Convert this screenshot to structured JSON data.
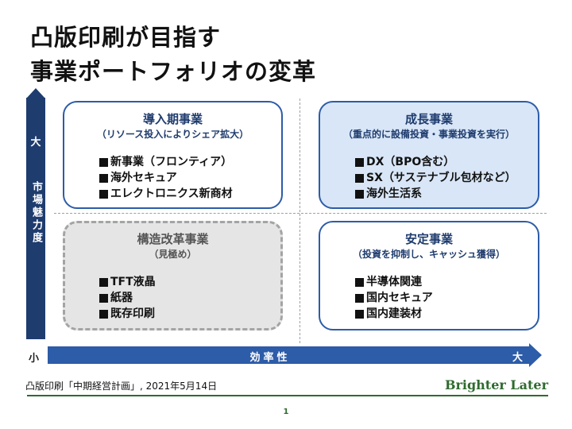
{
  "title": {
    "line1": "凸版印刷が目指す",
    "line2": "事業ポートフォリオの変革"
  },
  "axes": {
    "y_high": "大",
    "y_label": "市場魅力度",
    "x_low": "小",
    "x_label": "効率性",
    "x_high": "大"
  },
  "quadrants": {
    "top_left": {
      "title": "導入期事業",
      "subtitle": "（リソース投入によりシェア拡大）",
      "items": [
        "新事業（フロンティア）",
        "海外セキュア",
        "エレクトロニクス新商材"
      ]
    },
    "top_right": {
      "title": "成長事業",
      "subtitle": "（重点的に設備投資・事業投資を実行）",
      "items": [
        "DX（BPO含む）",
        "SX（サステナブル包材など）",
        "海外生活系"
      ]
    },
    "bottom_left": {
      "title": "構造改革事業",
      "subtitle": "（見極め）",
      "items": [
        "TFT液晶",
        "紙器",
        "既存印刷"
      ]
    },
    "bottom_right": {
      "title": "安定事業",
      "subtitle": "（投資を抑制し、キャッシュ獲得）",
      "items": [
        "半導体関連",
        "国内セキュア",
        "国内建装材"
      ]
    }
  },
  "footer": {
    "source": "凸版印刷「中期経営計画」, 2021年5月14日",
    "brand": "Brighter Later",
    "page_number": "1"
  },
  "colors": {
    "axis_dark": "#1f3c6e",
    "axis_blue": "#2d5ca8",
    "growth_fill": "#d8e6f7",
    "restructure_fill": "#e5e5e5",
    "brand_green": "#2f6b2f"
  }
}
